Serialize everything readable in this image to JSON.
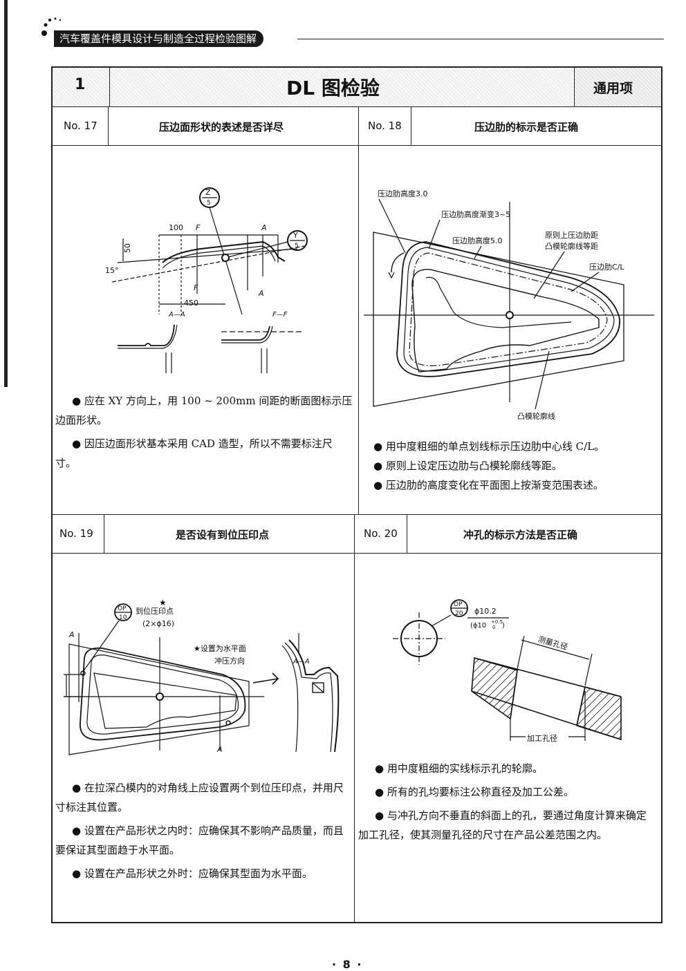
{
  "header": {
    "book_title": "汽车覆盖件模具设计与制造全过程检验图解"
  },
  "section": {
    "number": "1",
    "title": "DL 图检验",
    "category": "通用项"
  },
  "items": [
    {
      "no": "No. 17",
      "title": "压边面形状的表述是否详尽",
      "bullets": [
        "● 应在 XY 方向上，用 100 ~ 200mm 间距的断面图标示压边面形状。",
        "● 因压边面形状基本采用 CAD 造型，所以不需要标注尺寸。"
      ],
      "figure": {
        "circle_top": "Z/5",
        "circle_right": "Y/5",
        "d100": "100",
        "dF": "F",
        "dA": "A",
        "d50": "50",
        "d15": "15°",
        "d450": "450",
        "secAA": "A—A",
        "secFF": "F—F",
        "Fb": "F",
        "Ab": "A"
      }
    },
    {
      "no": "No. 18",
      "title": "压边肋的标示是否正确",
      "bullets": [
        "● 用中度粗细的单点划线标示压边肋中心线 C/L。",
        "● 原则上设定压边肋与凸模轮廓线等距。",
        "● 压边肋的高度变化在平面图上按渐变范围表述。"
      ],
      "figure": {
        "l1": "压边肋高度3.0",
        "l2": "压边肋高度渐变3~5",
        "l3": "压边肋高度5.0",
        "l4a": "原则上压边肋距",
        "l4b": "凸模轮廓线等距",
        "l5": "压边肋C/L",
        "l6": "凸模轮廓线"
      }
    },
    {
      "no": "No. 19",
      "title": "是否设有到位压印点",
      "bullets": [
        "● 在拉深凸模内的对角线上应设置两个到位压印点，并用尺寸标注其位置。",
        "● 设置在产品形状之内时：应确保其不影响产品质量，而且要保证其型面趋于水平面。",
        "● 设置在产品形状之外时：应确保其型面为水平面。"
      ],
      "figure": {
        "star": "★",
        "op_top": "OP",
        "op_bot": "10",
        "l1": "到位压印点",
        "l2": "(2×ϕ16)",
        "l3": "★设置为水平面",
        "l4": "冲压方向",
        "aa": "A—A",
        "a1": "A",
        "a2": "A"
      }
    },
    {
      "no": "No. 20",
      "title": "冲孔的标示方法是否正确",
      "bullets": [
        "● 用中度粗细的实线标示孔的轮廓。",
        "● 所有的孔均要标注公称直径及加工公差。",
        "● 与冲孔方向不垂直的斜面上的孔，要通过角度计算来确定加工孔径，使其测量孔径的尺寸在产品公差范围之内。"
      ],
      "figure": {
        "op_top": "OP",
        "op_bot": "20",
        "d1": "ϕ10.2",
        "d2": "(ϕ10",
        "tol_up": "+0.5",
        "tol_dn": "0",
        "d2_close": ")",
        "meas": "测量孔径",
        "proc": "加工孔径"
      }
    }
  ],
  "footer": {
    "page": "· 8 ·"
  }
}
